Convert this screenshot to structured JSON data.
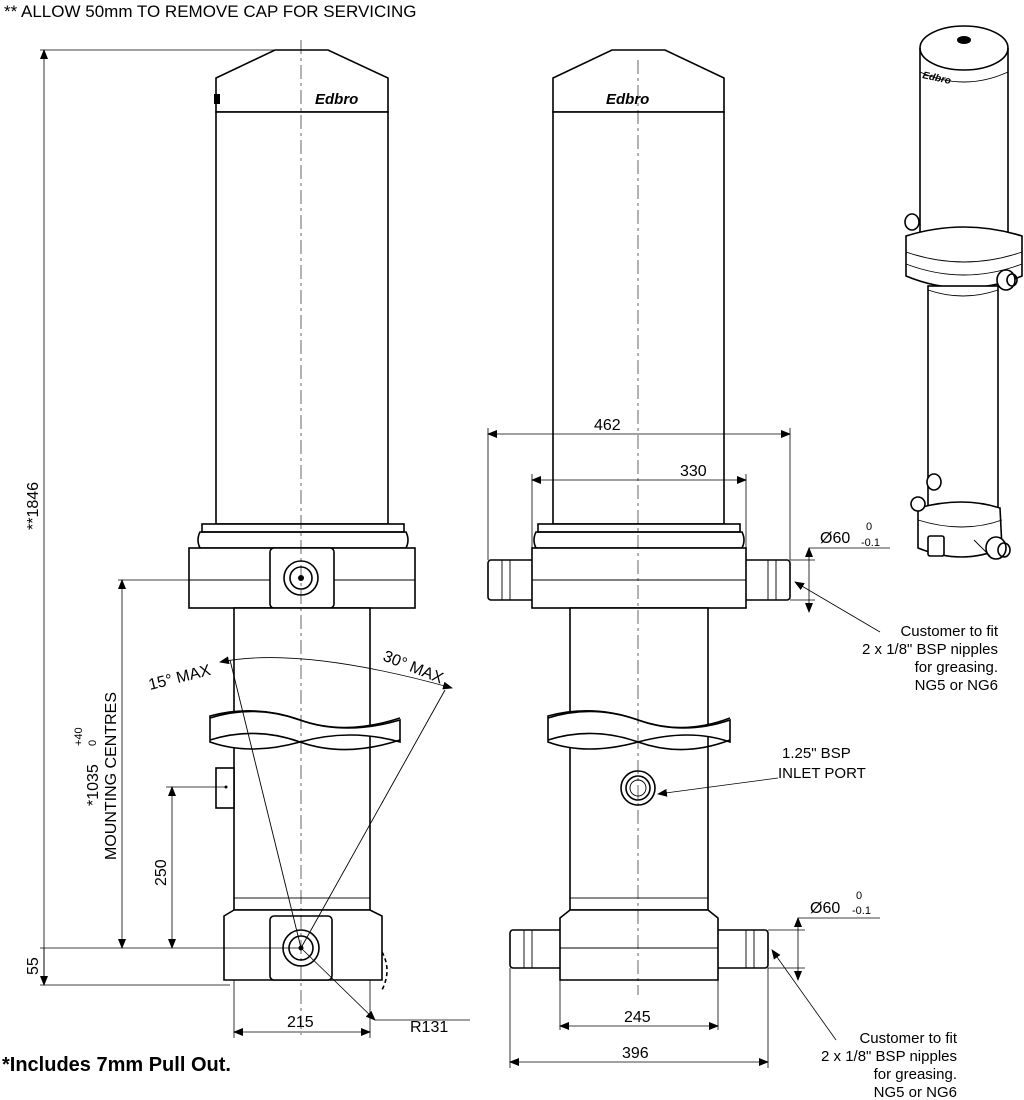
{
  "header_note": "** ALLOW 50mm TO REMOVE CAP FOR SERVICING",
  "footer_note": "*Includes 7mm Pull Out.",
  "brand": "Edbro",
  "dimensions": {
    "overall_height": "**1846",
    "mounting_centres_value": "*1035",
    "mounting_centres_tol_upper": "+40",
    "mounting_centres_tol_lower": "0",
    "mounting_centres_label": "MOUNTING CENTRES",
    "port_height": "250",
    "base_height": "55",
    "base_width": "215",
    "radius": "R131",
    "angle_left": "15° MAX",
    "angle_right": "30° MAX",
    "collar_width_outer": "462",
    "collar_width_inner": "330",
    "base_width_inner": "245",
    "base_width_outer": "396",
    "trunnion_dia": "Ø60",
    "trunnion_tol_upper": "0",
    "trunnion_tol_lower": "-0.1"
  },
  "notes": {
    "top_nipples": [
      "Customer to fit",
      "2 x 1/8\" BSP nipples",
      "for greasing.",
      "NG5 or NG6"
    ],
    "inlet_port": [
      "1.25\" BSP",
      "INLET PORT"
    ],
    "bottom_nipples": [
      "Customer to fit",
      "2 x 1/8\" BSP nipples",
      "for greasing.",
      "NG5 or NG6"
    ]
  }
}
